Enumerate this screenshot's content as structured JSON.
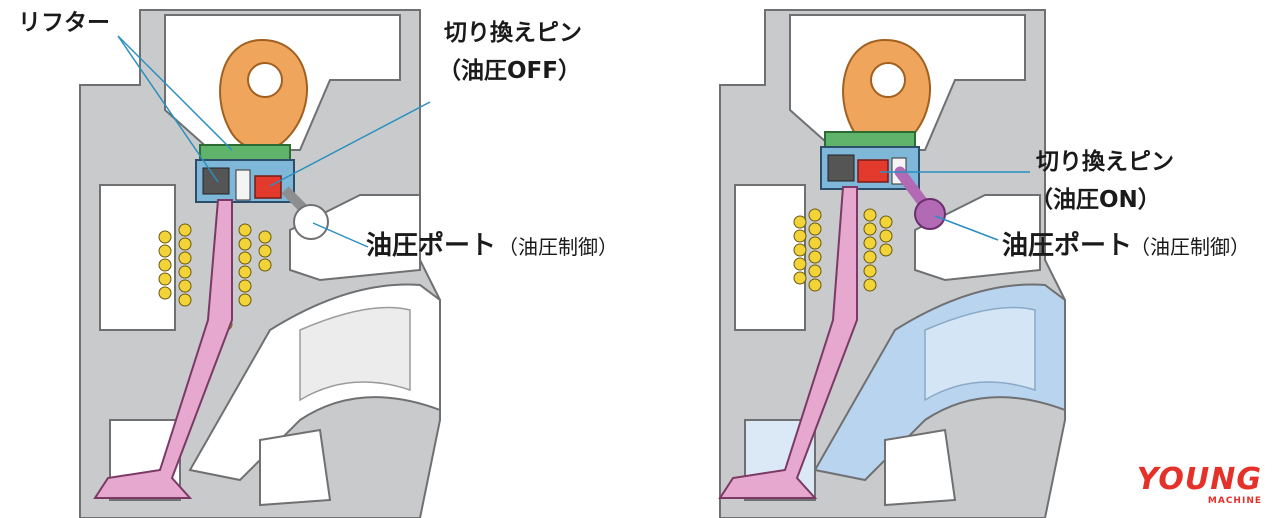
{
  "colors": {
    "housing": "#c9cacb",
    "housing_dark": "#8d8e90",
    "cam": "#f0a55c",
    "lifter": "#5fb36a",
    "pin_off": "#e23a2c",
    "pin_on": "#e23a2c",
    "spring": "#f2d338",
    "valve": "#e7a8cf",
    "oil_port_on": "#b36ab5",
    "intake_flow": "#b9d4ef",
    "leader_line": "#2a8fc0",
    "brand": "#e4322b"
  },
  "left_panel": {
    "lifter_label": "リフター",
    "pin_label_line1": "切り換えピン",
    "pin_label_line2": "（油圧OFF）",
    "port_label": "油圧ポート",
    "port_label_paren": "（油圧制御）"
  },
  "right_panel": {
    "pin_label_line1": "切り換えピン",
    "pin_label_line2": "（油圧ON）",
    "port_label": "油圧ポート",
    "port_label_paren": "（油圧制御）"
  },
  "watermark": {
    "main": "YOUNG",
    "sub": "MACHINE"
  }
}
